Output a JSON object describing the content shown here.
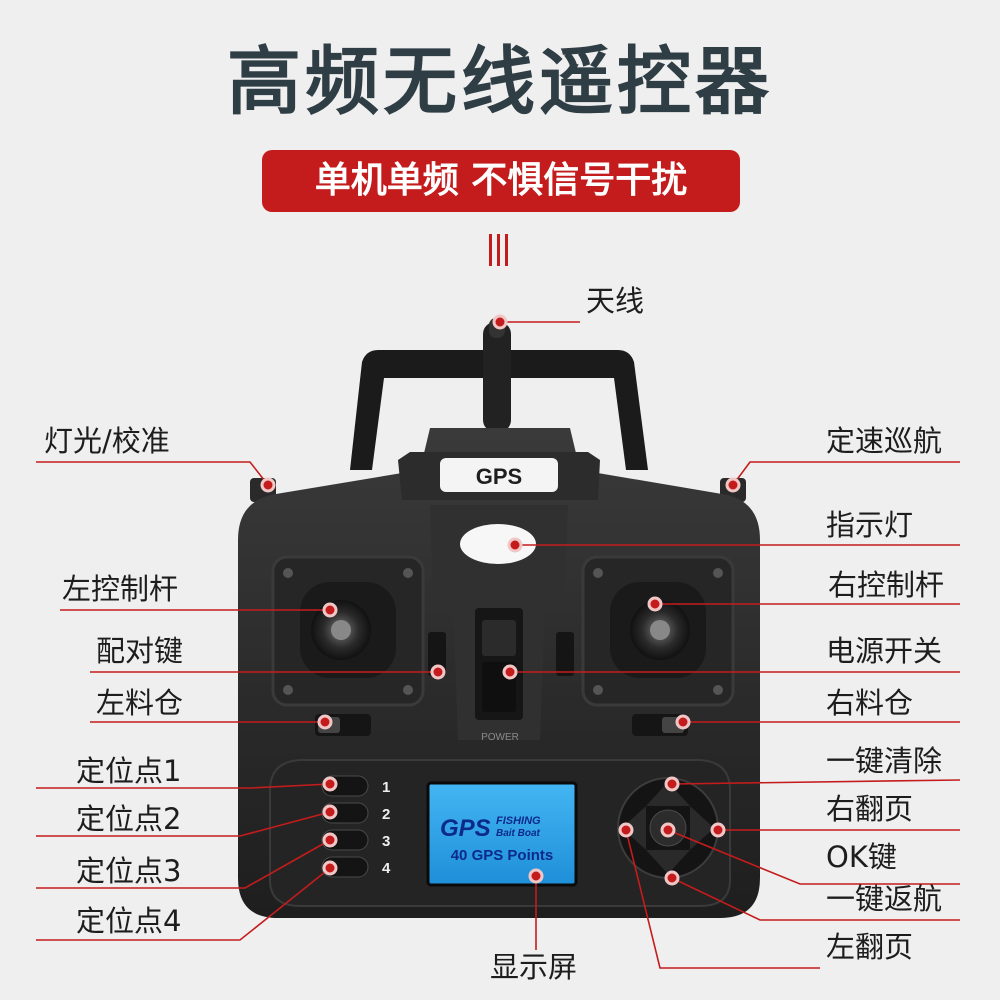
{
  "header": {
    "title": "高频无线遥控器",
    "subtitle": "单机单频 不惧信号干扰"
  },
  "device": {
    "gps_badge": "GPS",
    "power_label": "POWER",
    "screen": {
      "logo_main": "GPS",
      "logo_line1": "FISHING",
      "logo_line2": "Bait Boat",
      "points": "40 GPS Points"
    },
    "slot_numbers": [
      "1",
      "2",
      "3",
      "4"
    ]
  },
  "labels": {
    "antenna": "天线",
    "light_calibrate": "灯光/校准",
    "cruise": "定速巡航",
    "indicator": "指示灯",
    "left_stick": "左控制杆",
    "right_stick": "右控制杆",
    "pair": "配对键",
    "power_switch": "电源开关",
    "left_bin": "左料仓",
    "right_bin": "右料仓",
    "point1": "定位点1",
    "point2": "定位点2",
    "point3": "定位点3",
    "point4": "定位点4",
    "clear": "一键清除",
    "page_right": "右翻页",
    "ok": "OK键",
    "return_home": "一键返航",
    "page_left": "左翻页",
    "display": "显示屏"
  },
  "colors": {
    "accent": "#c41c1c",
    "title": "#2f3d45",
    "body": "#2b2b2b",
    "screen": "#2aa0e8"
  }
}
